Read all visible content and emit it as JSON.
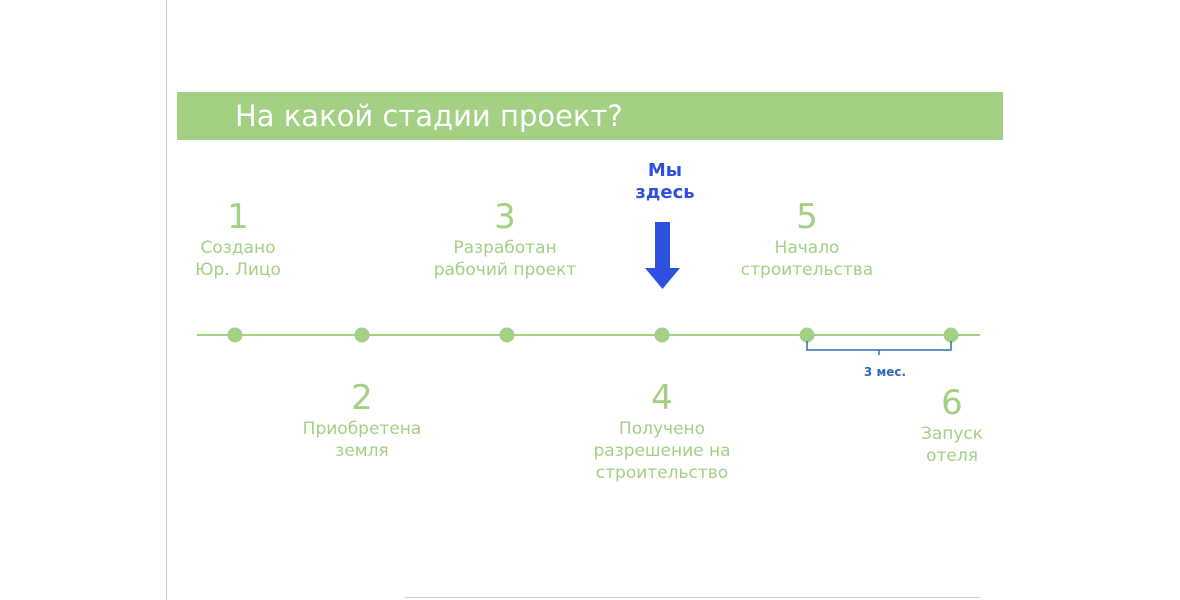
{
  "title": "На какой стадии проект?",
  "marker": {
    "line1": "Мы",
    "line2": "здесь"
  },
  "stages": [
    {
      "number": "1",
      "line1": "Создано",
      "line2": "Юр. Лицо"
    },
    {
      "number": "2",
      "line1": "Приобретена",
      "line2": "земля"
    },
    {
      "number": "3",
      "line1": "Разработан",
      "line2": "рабочий проект"
    },
    {
      "number": "4",
      "line1": "Получено",
      "line2": "разрешение на",
      "line3": "строительство"
    },
    {
      "number": "5",
      "line1": "Начало",
      "line2": "строительства"
    },
    {
      "number": "6",
      "line1": "Запуск",
      "line2": "отеля"
    }
  ],
  "bracket_label": "3 мес.",
  "colors": {
    "accent_green": "#a3d083",
    "marker_blue": "#2f4fe0",
    "bracket_blue": "#2f6cb5"
  }
}
